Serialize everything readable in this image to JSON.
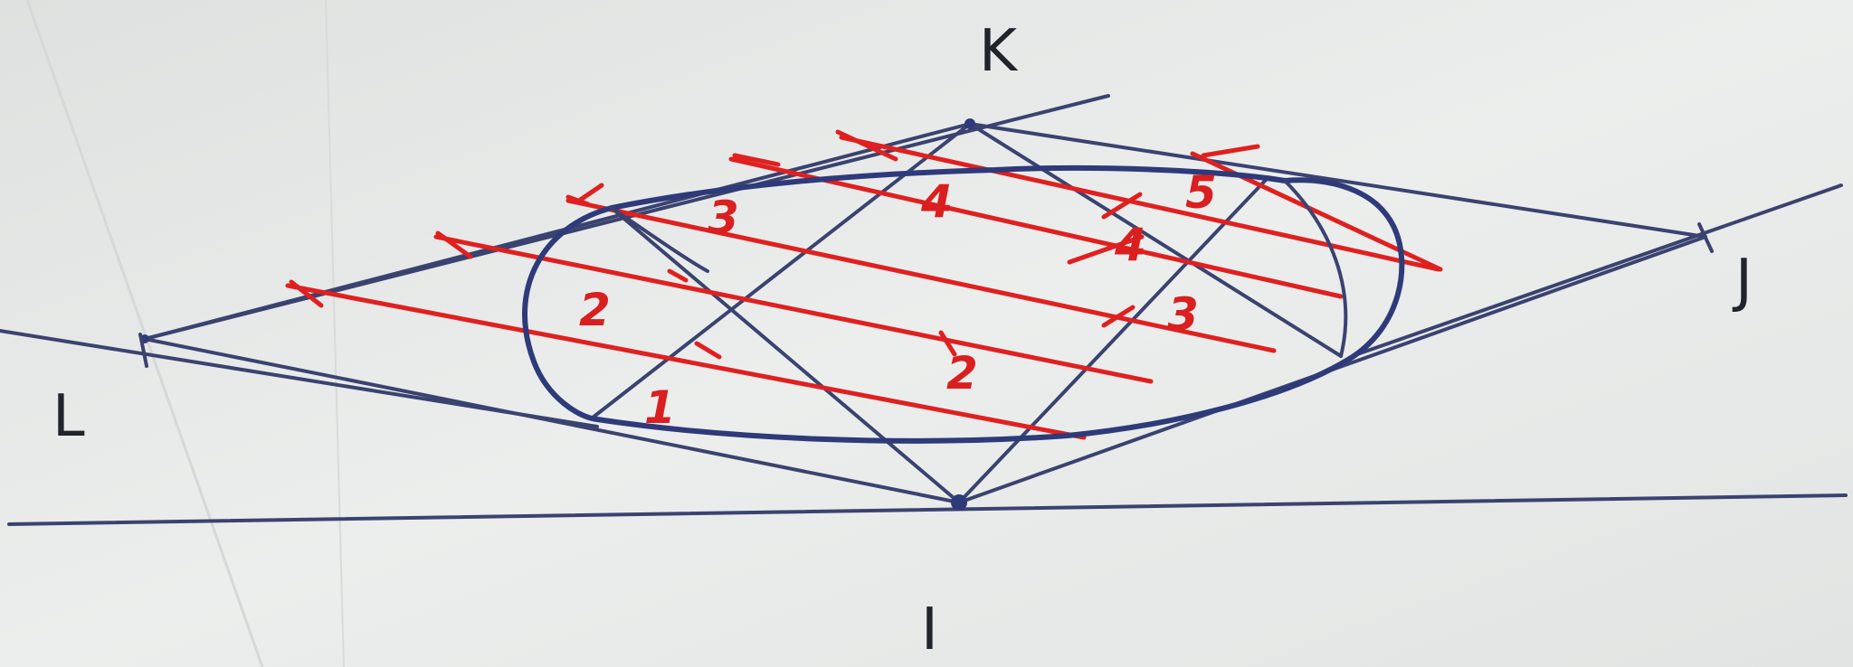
{
  "labels": {
    "K": "K",
    "J": "J",
    "L": "L",
    "I": "I"
  },
  "red_numbers": {
    "n1": "1",
    "n2_left": "2",
    "n2_mid": "2",
    "n3_top": "3",
    "n3_right": "3",
    "n4_top": "4",
    "n4_right": "4",
    "n5": "5"
  },
  "colors": {
    "paper": "#e9ebea",
    "pen_blue": "#2e3a7a",
    "pen_red": "#e02020"
  }
}
